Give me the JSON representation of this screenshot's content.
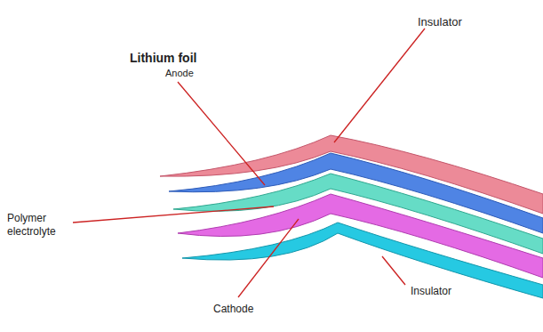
{
  "diagram": {
    "labels": [
      "Insulator",
      "Lithium foil",
      "Anode",
      "Polymer electrolyte",
      "Cathode",
      "Insulator"
    ]
  }
}
